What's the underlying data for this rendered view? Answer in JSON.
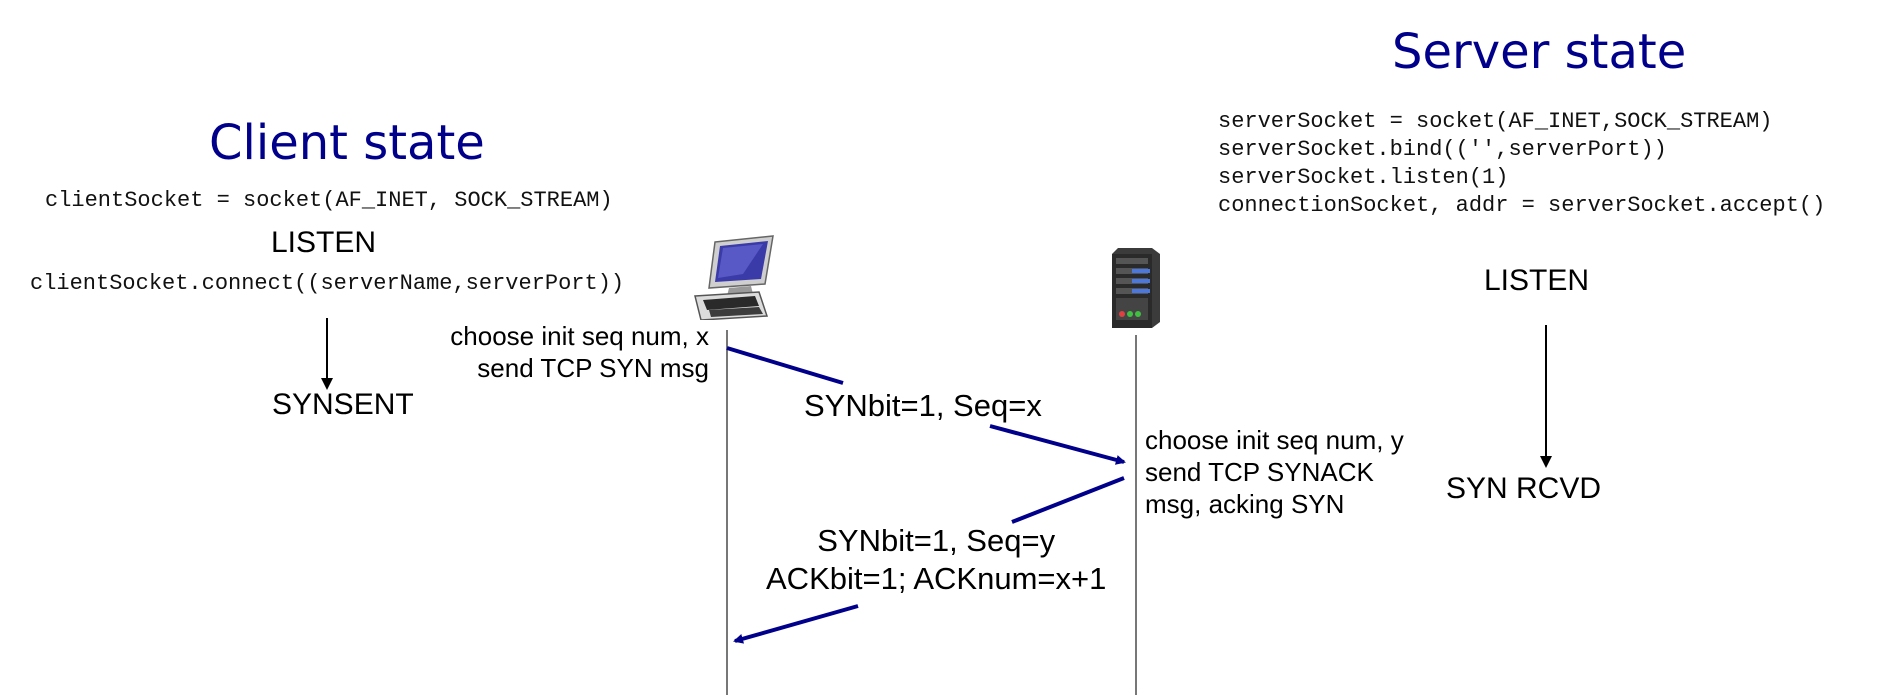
{
  "client": {
    "title": "Client state",
    "code_socket": "clientSocket = socket(AF_INET, SOCK_STREAM)",
    "state_listen": "LISTEN",
    "code_connect": "clientSocket.connect((serverName,serverPort))",
    "state_synsent": "SYNSENT",
    "note_line1": "choose init seq num, x",
    "note_line2": "send TCP SYN msg"
  },
  "server": {
    "title": "Server state",
    "code_lines": [
      "serverSocket = socket(AF_INET,SOCK_STREAM)",
      "serverSocket.bind(('',serverPort))",
      "serverSocket.listen(1)",
      "connectionSocket, addr = serverSocket.accept()"
    ],
    "state_listen": "LISTEN",
    "state_synrcvd": "SYN RCVD",
    "note_line1": "choose init seq num, y",
    "note_line2": "send TCP SYNACK",
    "note_line3": "msg, acking SYN"
  },
  "messages": {
    "syn_label": "SYNbit=1, Seq=x",
    "synack_line1": "SYNbit=1, Seq=y",
    "synack_line2": "ACKbit=1; ACKnum=x+1"
  },
  "colors": {
    "title": "#00008b",
    "arrow": "#00008b"
  },
  "icons": {
    "client": "desktop-computer-icon",
    "server": "server-tower-icon"
  }
}
